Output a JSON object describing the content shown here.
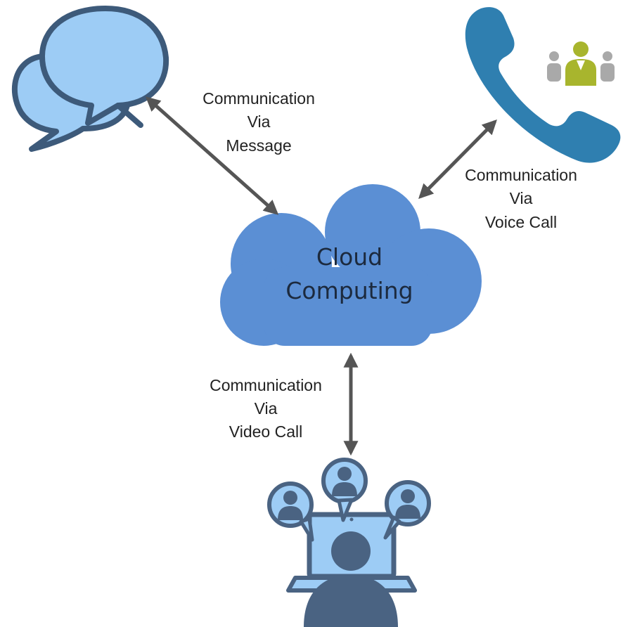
{
  "center": {
    "line1": "Cloud",
    "line2": "Computing"
  },
  "links": {
    "message": {
      "line1": "Communication",
      "line2": "Via",
      "line3": "Message"
    },
    "voice": {
      "line1": "Communication",
      "line2": "Via",
      "line3": "Voice Call"
    },
    "video": {
      "line1": "Communication",
      "line2": "Via",
      "line3": "Video Call"
    }
  },
  "nodes": [
    {
      "name": "chat-bubbles",
      "icon": "chat-bubbles-icon"
    },
    {
      "name": "phone",
      "icon": "phone-icon"
    },
    {
      "name": "video-conference",
      "icon": "video-conference-icon"
    }
  ],
  "colors": {
    "cloud": "#5b8fd4",
    "bubble_fill": "#9dccf5",
    "bubble_stroke": "#3d5a7a",
    "phone": "#2f7fb0",
    "people_grey": "#a9a9a9",
    "people_green": "#a8b52d",
    "people_dark": "#4a6382",
    "arrow": "#555555"
  }
}
